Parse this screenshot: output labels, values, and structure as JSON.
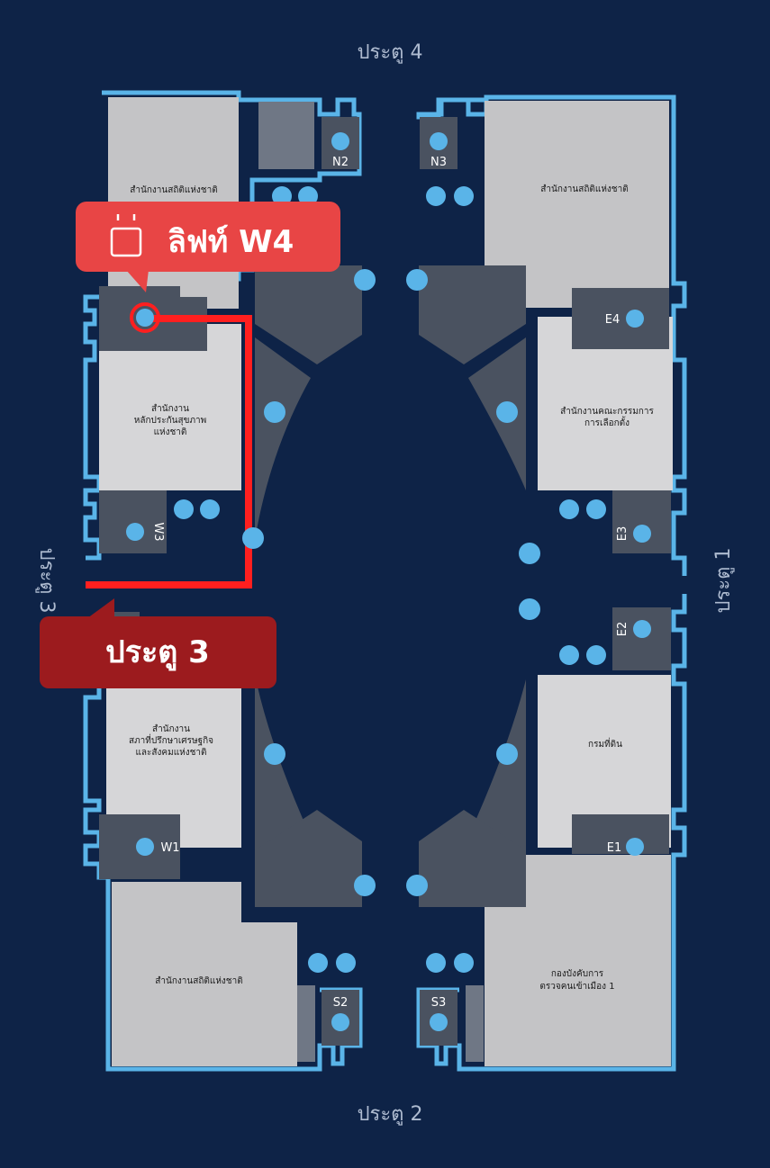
{
  "gates": {
    "gate1": "ประตู 1",
    "gate2": "ประตู 2",
    "gate3": "ประตู 3",
    "gate4": "ประตู 4"
  },
  "callouts": {
    "lift": {
      "label": "ลิฟท์ W4",
      "icon": "elevator-icon",
      "color": "#e84545"
    },
    "entrance": {
      "label": "ประตู 3",
      "color": "#9c1b1e"
    }
  },
  "offices": {
    "nso_top_left": "สำนักงานสถิติแห่งชาติ",
    "nso_top_right": "สำนักงานสถิติแห่งชาติ",
    "nhso": [
      "สำนักงาน",
      "หลักประกันสุขภาพ",
      "แห่งชาติ"
    ],
    "ect": [
      "สำนักงานคณะกรรมการ",
      "การเลือกตั้ง"
    ],
    "nesdc": [
      "สำนักงาน",
      "สภาที่ปรึกษาเศรษฐกิจ",
      "และสังคมแห่งชาติ"
    ],
    "dol": "กรมที่ดิน",
    "nso_bottom_left": "สำนักงานสถิติแห่งชาติ",
    "immigration": [
      "กองบังคับการ",
      "ตรวจคนเข้าเมือง 1"
    ]
  },
  "lifts": {
    "n2": "N2",
    "n3": "N3",
    "e4": "E4",
    "e3": "E3",
    "e2": "E2",
    "e1": "E1",
    "w1": "W1",
    "w3": "W3",
    "s2": "S2",
    "s3": "S3"
  },
  "colors": {
    "background": "#0e2347",
    "wall": "#5ab4e8",
    "room": "#cfcfd1",
    "service": "#4a5260",
    "icon": "#5ab4e8",
    "route": "#ff1f1f"
  }
}
